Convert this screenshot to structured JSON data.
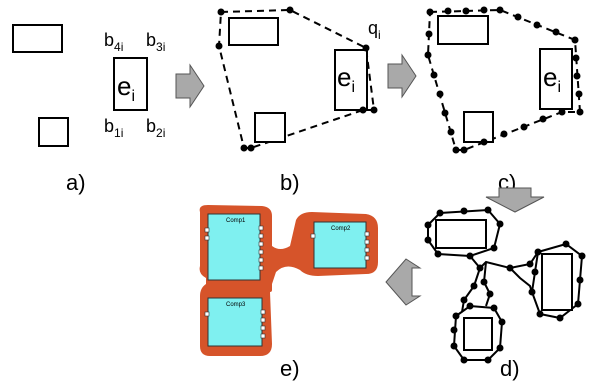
{
  "labels": {
    "a": "a)",
    "b": "b)",
    "c": "c)",
    "d": "d)",
    "e": "e)"
  },
  "vertices": {
    "b4": "b",
    "b4_sub": "4i",
    "b3": "b",
    "b3_sub": "3i",
    "b1": "b",
    "b1_sub": "1i",
    "b2": "b",
    "b2_sub": "2i",
    "e": "e",
    "e_sub": "i",
    "q": "q",
    "q_sub": "i"
  },
  "components": {
    "comp1": "Comp1",
    "comp2": "Comp2",
    "comp3": "Comp3"
  },
  "colors": {
    "arrow_fill": "#a9a9a9",
    "component_fill": "#7ff0f0",
    "envelope_fill": "#d6542a"
  }
}
